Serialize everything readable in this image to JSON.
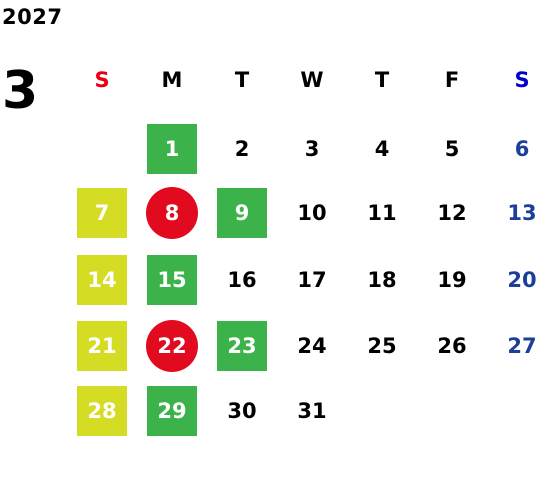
{
  "calendar": {
    "year": "2027",
    "month": "3",
    "weekdays": [
      {
        "label": "S",
        "color": "#e60012"
      },
      {
        "label": "M",
        "color": "#000000"
      },
      {
        "label": "T",
        "color": "#000000"
      },
      {
        "label": "W",
        "color": "#000000"
      },
      {
        "label": "T",
        "color": "#000000"
      },
      {
        "label": "F",
        "color": "#000000"
      },
      {
        "label": "S",
        "color": "#0000cc"
      }
    ],
    "colors": {
      "weekday_text": "#000000",
      "saturday_text": "#1d3f99",
      "highlight_text": "#ffffff",
      "yellow": "#d4dc24",
      "green": "#3cb34a",
      "red": "#e20a1f"
    },
    "days": [
      {
        "day": "1",
        "col": 1,
        "row": 0,
        "style": "green"
      },
      {
        "day": "2",
        "col": 2,
        "row": 0,
        "style": "none"
      },
      {
        "day": "3",
        "col": 3,
        "row": 0,
        "style": "none"
      },
      {
        "day": "4",
        "col": 4,
        "row": 0,
        "style": "none"
      },
      {
        "day": "5",
        "col": 5,
        "row": 0,
        "style": "none"
      },
      {
        "day": "6",
        "col": 6,
        "row": 0,
        "style": "sat"
      },
      {
        "day": "7",
        "col": 0,
        "row": 1,
        "style": "yellow"
      },
      {
        "day": "8",
        "col": 1,
        "row": 1,
        "style": "red"
      },
      {
        "day": "9",
        "col": 2,
        "row": 1,
        "style": "green"
      },
      {
        "day": "10",
        "col": 3,
        "row": 1,
        "style": "none"
      },
      {
        "day": "11",
        "col": 4,
        "row": 1,
        "style": "none"
      },
      {
        "day": "12",
        "col": 5,
        "row": 1,
        "style": "none"
      },
      {
        "day": "13",
        "col": 6,
        "row": 1,
        "style": "sat"
      },
      {
        "day": "14",
        "col": 0,
        "row": 2,
        "style": "yellow"
      },
      {
        "day": "15",
        "col": 1,
        "row": 2,
        "style": "green"
      },
      {
        "day": "16",
        "col": 2,
        "row": 2,
        "style": "none"
      },
      {
        "day": "17",
        "col": 3,
        "row": 2,
        "style": "none"
      },
      {
        "day": "18",
        "col": 4,
        "row": 2,
        "style": "none"
      },
      {
        "day": "19",
        "col": 5,
        "row": 2,
        "style": "none"
      },
      {
        "day": "20",
        "col": 6,
        "row": 2,
        "style": "sat"
      },
      {
        "day": "21",
        "col": 0,
        "row": 3,
        "style": "yellow"
      },
      {
        "day": "22",
        "col": 1,
        "row": 3,
        "style": "red"
      },
      {
        "day": "23",
        "col": 2,
        "row": 3,
        "style": "green"
      },
      {
        "day": "24",
        "col": 3,
        "row": 3,
        "style": "none"
      },
      {
        "day": "25",
        "col": 4,
        "row": 3,
        "style": "none"
      },
      {
        "day": "26",
        "col": 5,
        "row": 3,
        "style": "none"
      },
      {
        "day": "27",
        "col": 6,
        "row": 3,
        "style": "sat"
      },
      {
        "day": "28",
        "col": 0,
        "row": 4,
        "style": "yellow"
      },
      {
        "day": "29",
        "col": 1,
        "row": 4,
        "style": "green"
      },
      {
        "day": "30",
        "col": 2,
        "row": 4,
        "style": "none"
      },
      {
        "day": "31",
        "col": 3,
        "row": 4,
        "style": "none"
      }
    ]
  }
}
